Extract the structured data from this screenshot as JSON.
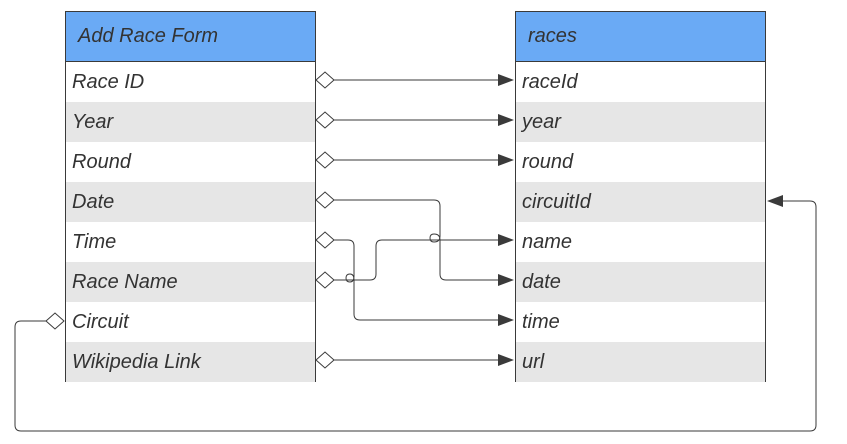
{
  "colors": {
    "header_fill": "#6aaaf5",
    "row_shaded": "#e6e6e6",
    "line": "#3a3a3a"
  },
  "form": {
    "title": "Add Race Form",
    "fields": [
      "Race ID",
      "Year",
      "Round",
      "Date",
      "Time",
      "Race Name",
      "Circuit",
      "Wikipedia Link"
    ]
  },
  "races": {
    "title": "races",
    "columns": [
      "raceId",
      "year",
      "round",
      "circuitId",
      "name",
      "date",
      "time",
      "url"
    ]
  },
  "mappings": [
    {
      "from": "Race ID",
      "to": "raceId"
    },
    {
      "from": "Year",
      "to": "year"
    },
    {
      "from": "Round",
      "to": "round"
    },
    {
      "from": "Date",
      "to": "date"
    },
    {
      "from": "Time",
      "to": "time"
    },
    {
      "from": "Race Name",
      "to": "name"
    },
    {
      "from": "Circuit",
      "to": "circuitId"
    },
    {
      "from": "Wikipedia Link",
      "to": "url"
    }
  ]
}
